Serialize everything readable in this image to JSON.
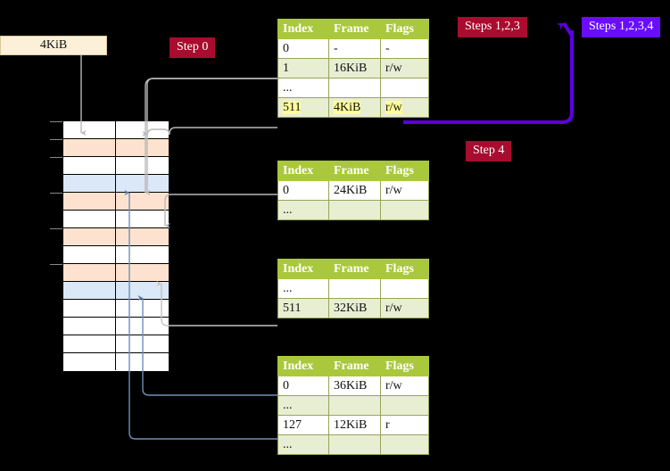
{
  "labels": {
    "step0": "Step 0",
    "step4": "Step 4",
    "steps123": "Steps 1,2,3",
    "steps1234": "Steps 1,2,3,4",
    "frame_size": "4KiB"
  },
  "colors": {
    "badge_red": "#a80c2e",
    "badge_blue": "#6a0dff",
    "table_header": "#aac83c",
    "table_alt_row": "#e8eed2",
    "mem_orange": "#fde3cf",
    "mem_blue": "#dbe8f7",
    "kib_box": "#fcf0d8",
    "highlight": "#ffff99",
    "wire_grey": "#b3b3b3",
    "wire_blue": "#6d8fb8"
  },
  "table_columns": [
    "Index",
    "Frame",
    "Flags"
  ],
  "tables": [
    {
      "name": "pml4-table",
      "rows": [
        {
          "index": "0",
          "frame": "-",
          "flags": "-",
          "style": "plain",
          "highlight": false
        },
        {
          "index": "1",
          "frame": "16KiB",
          "flags": "r/w",
          "style": "alt",
          "highlight": false
        },
        {
          "index": "...",
          "frame": "",
          "flags": "",
          "style": "plain",
          "highlight": false
        },
        {
          "index": "511",
          "frame": "4KiB",
          "flags": "r/w",
          "style": "alt",
          "highlight": true
        }
      ]
    },
    {
      "name": "pdpt-table",
      "rows": [
        {
          "index": "0",
          "frame": "24KiB",
          "flags": "r/w",
          "style": "plain",
          "highlight": false
        },
        {
          "index": "...",
          "frame": "",
          "flags": "",
          "style": "alt",
          "highlight": false
        }
      ]
    },
    {
      "name": "pd-table",
      "rows": [
        {
          "index": "...",
          "frame": "",
          "flags": "",
          "style": "plain",
          "highlight": false
        },
        {
          "index": "511",
          "frame": "32KiB",
          "flags": "r/w",
          "style": "alt",
          "highlight": false
        }
      ]
    },
    {
      "name": "pt-table",
      "rows": [
        {
          "index": "0",
          "frame": "36KiB",
          "flags": "r/w",
          "style": "plain",
          "highlight": false
        },
        {
          "index": "...",
          "frame": "",
          "flags": "",
          "style": "alt",
          "highlight": false
        },
        {
          "index": "127",
          "frame": "12KiB",
          "flags": "r",
          "style": "plain",
          "highlight": false
        },
        {
          "index": "...",
          "frame": "",
          "flags": "",
          "style": "alt",
          "highlight": false
        }
      ]
    }
  ],
  "memory_rows": [
    {
      "fill": "white"
    },
    {
      "fill": "orange"
    },
    {
      "fill": "white"
    },
    {
      "fill": "blue"
    },
    {
      "fill": "orange"
    },
    {
      "fill": "white"
    },
    {
      "fill": "orange"
    },
    {
      "fill": "white"
    },
    {
      "fill": "orange"
    },
    {
      "fill": "blue"
    },
    {
      "fill": "white"
    },
    {
      "fill": "white"
    },
    {
      "fill": "white"
    },
    {
      "fill": "white"
    }
  ]
}
